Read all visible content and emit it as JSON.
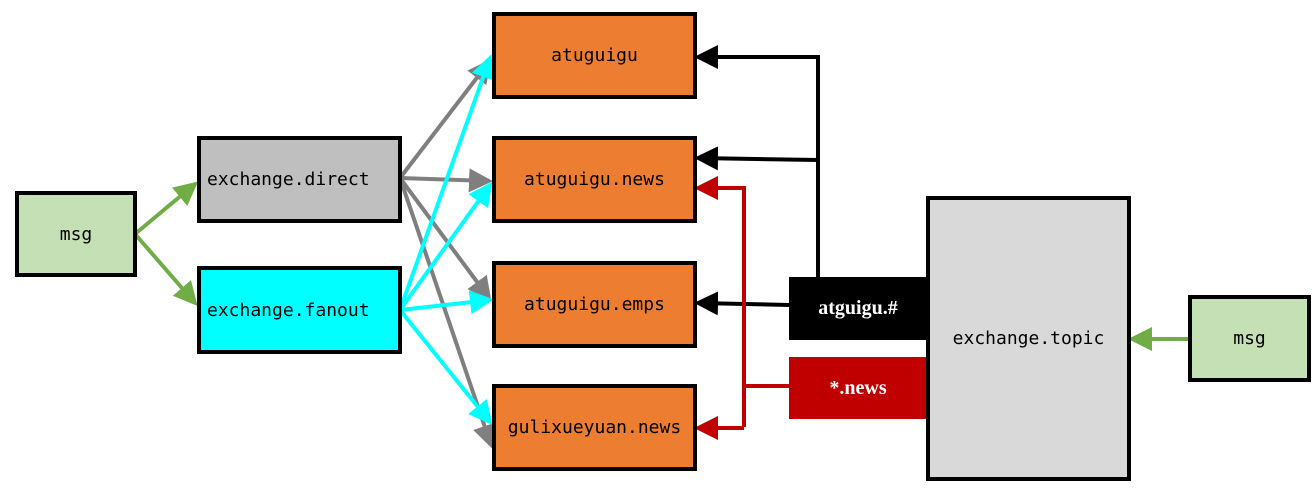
{
  "colors": {
    "msg_fill": "#c5e0b4",
    "direct_fill": "#bfbfbf",
    "fanout_fill": "#00ffff",
    "queue_fill": "#ed7d31",
    "topic_fill": "#d9d9d9",
    "green_arrow": "#70ad47",
    "gray_arrow": "#7f7f7f",
    "cyan_arrow": "#00ffff",
    "black_route": "#000000",
    "red_route": "#c00000"
  },
  "nodes": {
    "msg_left": "msg",
    "exchange_direct": "exchange.direct",
    "exchange_fanout": "exchange.fanout",
    "queue_atuguigu": "atuguigu",
    "queue_atuguigu_news": "atuguigu.news",
    "queue_atuguigu_emps": "atuguigu.emps",
    "queue_gulixueyuan_news": "gulixueyuan.news",
    "exchange_topic": "exchange.topic",
    "msg_right": "msg"
  },
  "routing_keys": {
    "hash": "atguigu.#",
    "star": "*.news"
  }
}
